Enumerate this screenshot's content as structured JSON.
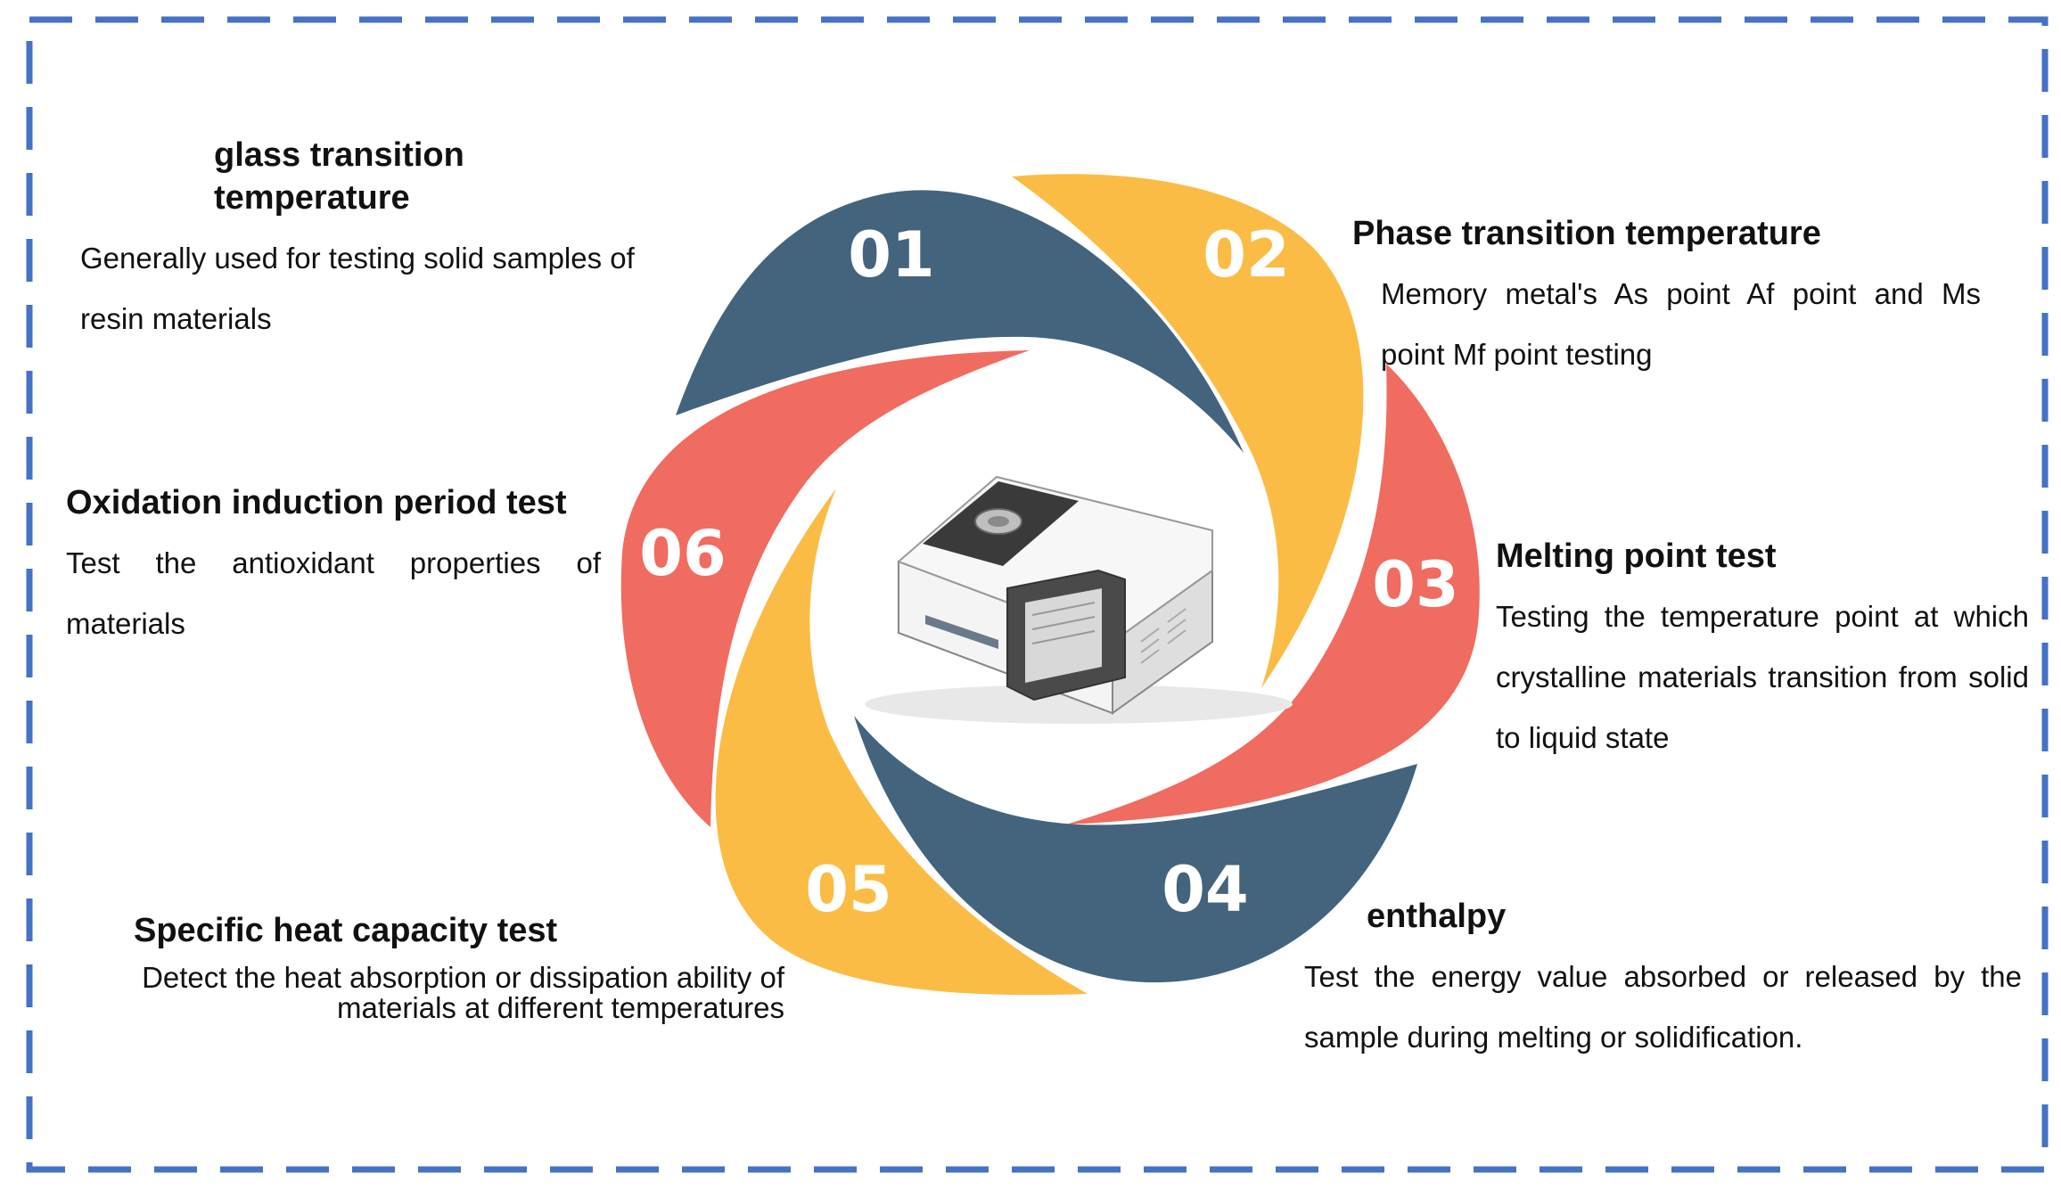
{
  "colors": {
    "border": "#4472c4",
    "petal_01": "#44647d",
    "petal_02": "#fbbc45",
    "petal_03": "#f06b60",
    "petal_04": "#44647d",
    "petal_05": "#fbbc45",
    "petal_06": "#f06b60"
  },
  "center": {
    "icon": "dsc-instrument-icon"
  },
  "items": [
    {
      "num": "01",
      "title": "glass transition temperature",
      "desc": "Generally used for testing solid samples of resin materials"
    },
    {
      "num": "02",
      "title": "Phase transition temperature",
      "desc": "Memory metal's As point Af point and Ms point Mf point testing"
    },
    {
      "num": "03",
      "title": "Melting point test",
      "desc": "Testing the temperature point at which crystalline materials transition from solid to liquid state"
    },
    {
      "num": "04",
      "title": "enthalpy",
      "desc": "Test the energy value absorbed or released by the sample during melting or solidification."
    },
    {
      "num": "05",
      "title": "Specific heat capacity test",
      "desc": "Detect the heat absorption or dissipation ability of materials at different temperatures"
    },
    {
      "num": "06",
      "title": "Oxidation induction period test",
      "desc": "Test the antioxidant properties of materials"
    }
  ]
}
